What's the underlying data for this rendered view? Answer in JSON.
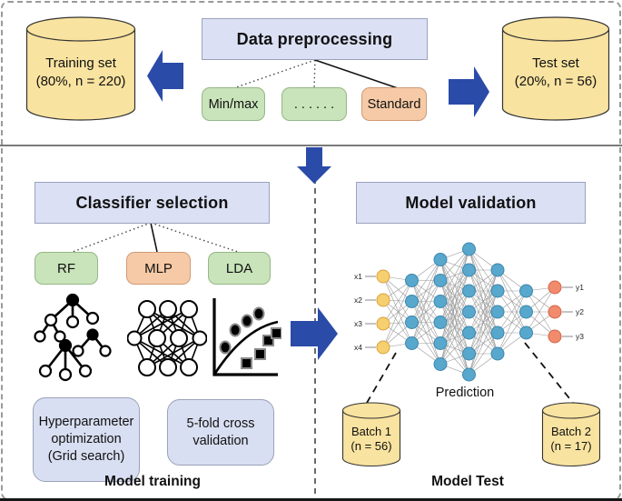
{
  "colors": {
    "arrow_blue": "#2b4ba8",
    "header_bg": "#dbe0f4",
    "header_border": "#9ba3bd",
    "green_bg": "#c9e3ba",
    "green_border": "#94b886",
    "salmon_bg": "#f6caa6",
    "salmon_border": "#cf9a77",
    "cylinder_bg": "#f9e3a0",
    "cylinder_border": "#333333",
    "softbox_bg": "#d9dff2",
    "softbox_border": "#9aa2b8",
    "nn_input_node": "#f6cf6e",
    "nn_input_stroke": "#d8a33e",
    "nn_hidden_node": "#58a7cd",
    "nn_hidden_stroke": "#3d87ac",
    "nn_output_node": "#f28a6c",
    "nn_output_stroke": "#d2654b"
  },
  "top": {
    "training_cylinder": {
      "line1": "Training set",
      "line2": "(80%, n = 220)"
    },
    "title": "Data preprocessing",
    "methods": [
      {
        "label": "Min/max"
      },
      {
        "label": ". . . . . ."
      },
      {
        "label": "Standard"
      }
    ],
    "test_cylinder": {
      "line1": "Test set",
      "line2": "(20%, n = 56)"
    }
  },
  "training_section": {
    "title": "Classifier selection",
    "classifiers": [
      {
        "label": "RF"
      },
      {
        "label": "MLP"
      },
      {
        "label": "LDA"
      }
    ],
    "hyperparameter_box": {
      "line1": "Hyperparameter",
      "line2": "optimization",
      "line3": "(Grid search)"
    },
    "cv_box": {
      "line1": "5-fold cross",
      "line2": "validation"
    },
    "caption": "Model training"
  },
  "test_section": {
    "title": "Model validation",
    "network": {
      "columns": [
        {
          "count": 4,
          "type": "input"
        },
        {
          "count": 4,
          "type": "hidden"
        },
        {
          "count": 6,
          "type": "hidden"
        },
        {
          "count": 7,
          "type": "hidden"
        },
        {
          "count": 5,
          "type": "hidden"
        },
        {
          "count": 3,
          "type": "hidden"
        },
        {
          "count": 3,
          "type": "output"
        }
      ],
      "input_labels": [
        "x1",
        "x2",
        "x3",
        "x4"
      ],
      "output_labels": [
        "y1",
        "y2",
        "y3"
      ]
    },
    "prediction_label": "Prediction",
    "batch1": {
      "line1": "Batch 1",
      "line2": "(n = 56)"
    },
    "batch2": {
      "line1": "Batch 2",
      "line2": "(n = 17)"
    },
    "caption": "Model Test"
  },
  "icons": {
    "rf": "decision-tree-icon",
    "mlp": "neural-network-icon",
    "lda": "scatter-plot-icon"
  }
}
